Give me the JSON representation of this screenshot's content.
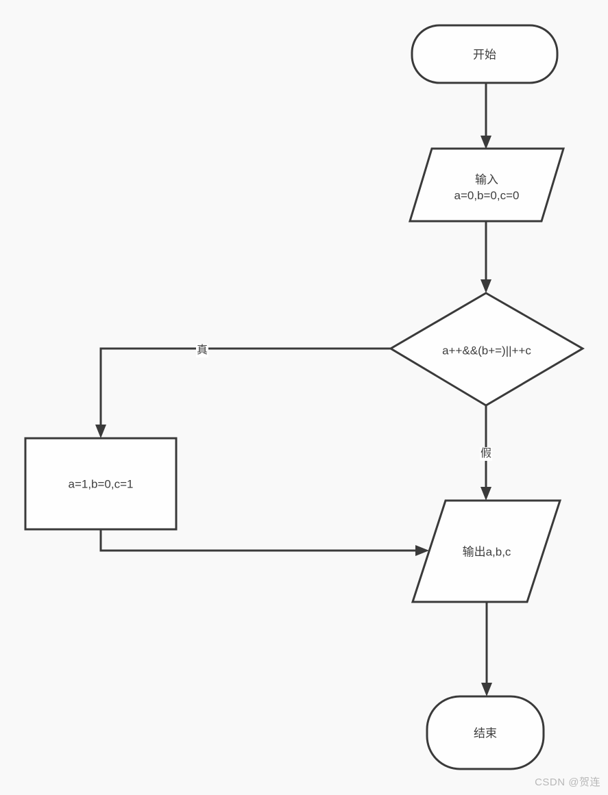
{
  "flowchart": {
    "nodes": {
      "start": {
        "type": "terminator",
        "label": "开始"
      },
      "input": {
        "type": "io",
        "line1": "输入",
        "line2": "a=0,b=0,c=0"
      },
      "decision": {
        "type": "decision",
        "label": "a++&&(b+=)||++c"
      },
      "process": {
        "type": "process",
        "label": "a=1,b=0,c=1"
      },
      "output": {
        "type": "io",
        "label": "输出a,b,c"
      },
      "end": {
        "type": "terminator",
        "label": "结束"
      }
    },
    "edge_labels": {
      "true_branch": "真",
      "false_branch": "假"
    },
    "colors": {
      "background": "#f9f9f9",
      "node_fill": "#fefefe",
      "stroke": "#3a3a3a",
      "text": "#3f3f3f",
      "edge_label_background": "#ffffff",
      "watermark_text": "#b8b8b8"
    }
  },
  "watermark": {
    "text": "CSDN @贺连"
  }
}
